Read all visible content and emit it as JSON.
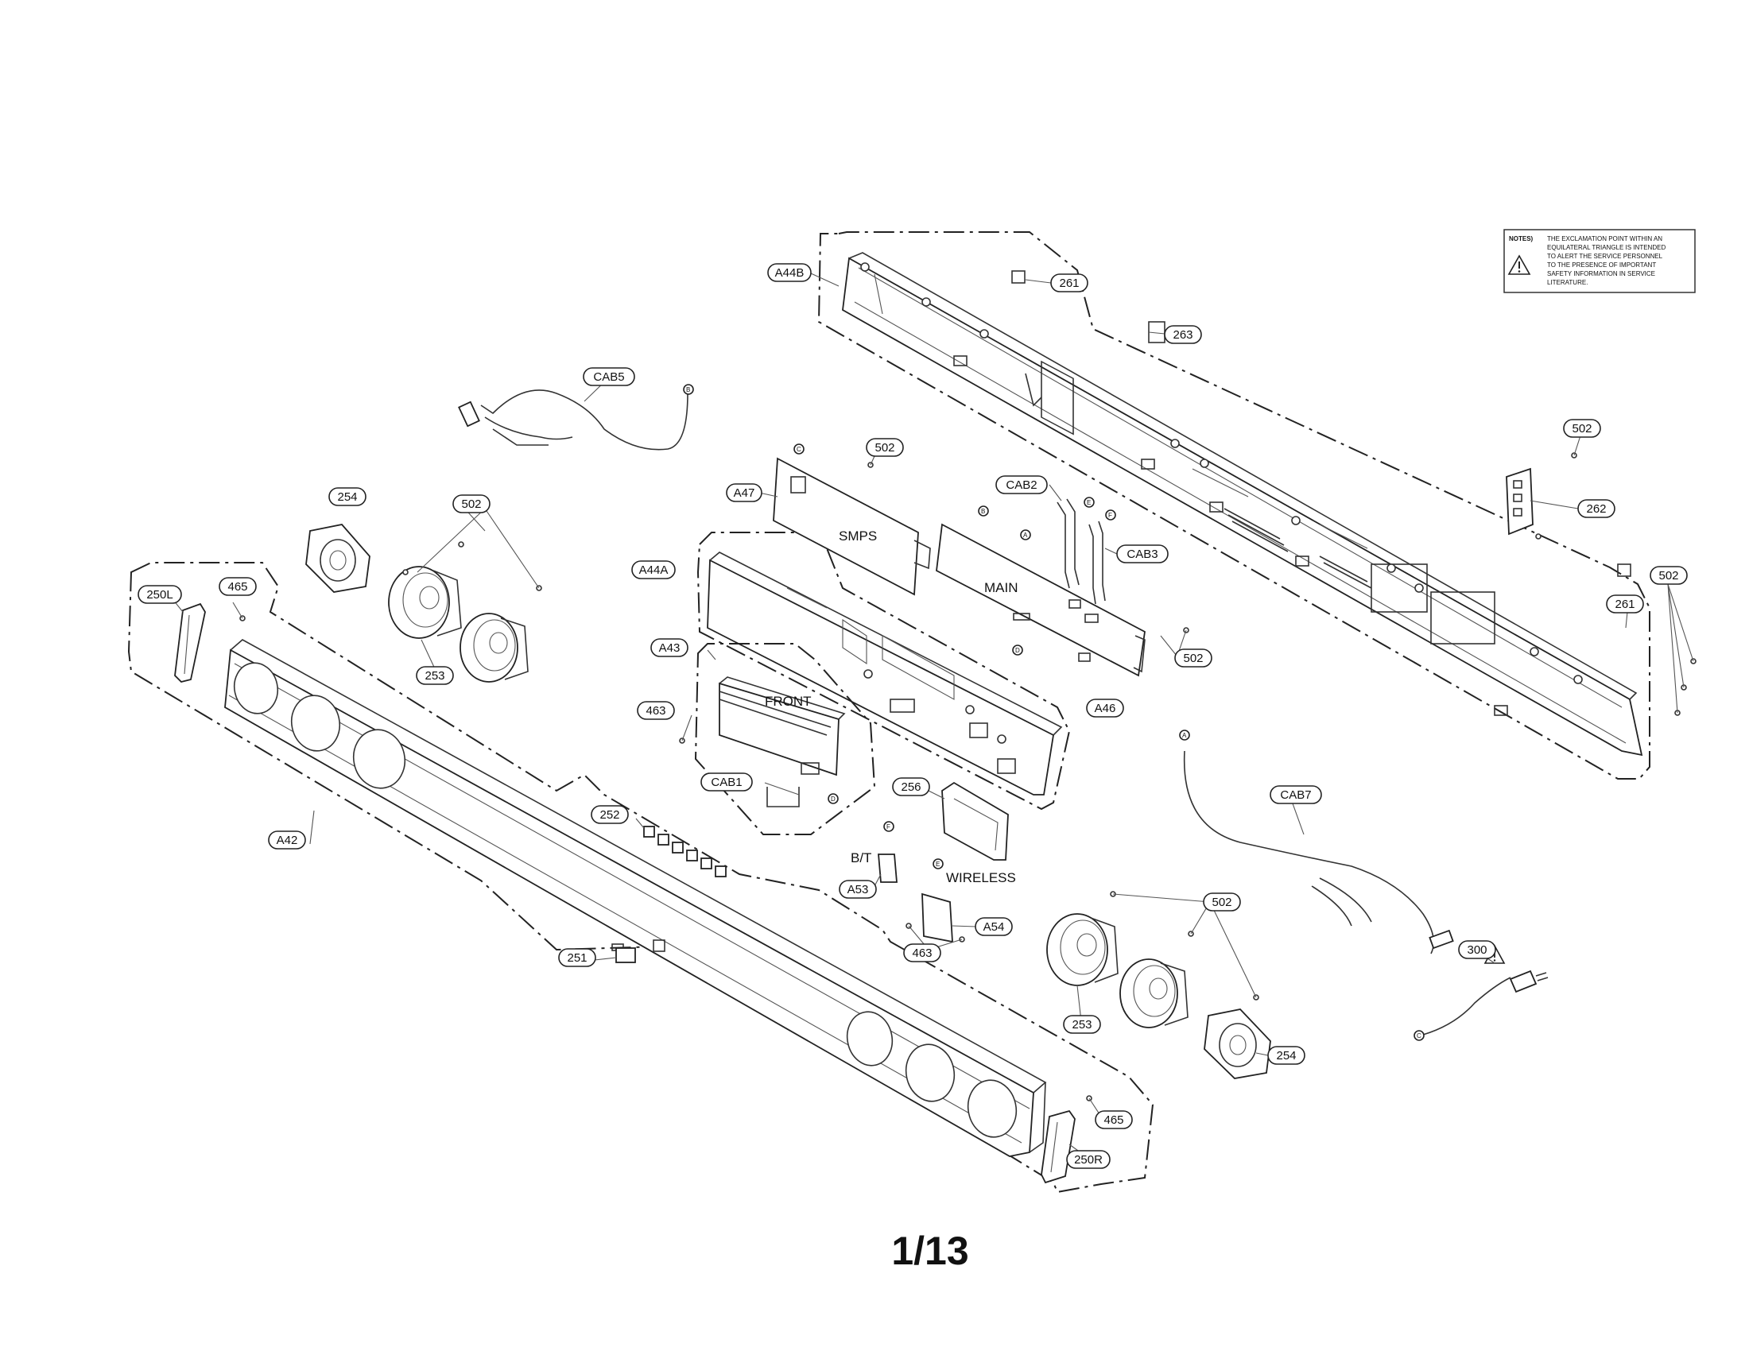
{
  "page_number": "1/13",
  "notes": {
    "heading": "NOTES)",
    "lines": [
      "THE EXCLAMATION POINT WITHIN AN",
      "EQUILATERAL TRIANGLE IS INTENDED",
      "TO ALERT THE SERVICE PERSONNEL",
      "TO THE PRESENCE OF IMPORTANT",
      "SAFETY INFORMATION IN SERVICE",
      "LITERATURE."
    ]
  },
  "board_labels": {
    "smps": "SMPS",
    "main": "MAIN",
    "front": "FRONT",
    "bt": "B/T",
    "wireless": "WIRELESS"
  },
  "connector_letters": [
    "A",
    "B",
    "C",
    "D",
    "E",
    "F"
  ],
  "callouts": [
    "A44B",
    "261",
    "263",
    "CAB5",
    "502",
    "A47",
    "CAB2",
    "CAB3",
    "254",
    "502",
    "A44A",
    "250L",
    "465",
    "253",
    "A43",
    "A46",
    "502",
    "261",
    "502",
    "262",
    "463",
    "CAB1",
    "A42",
    "256",
    "252",
    "B/T",
    "A53",
    "A54",
    "463",
    "251",
    "CAB7",
    "502",
    "253",
    "254",
    "300",
    "465",
    "250R",
    "502"
  ]
}
